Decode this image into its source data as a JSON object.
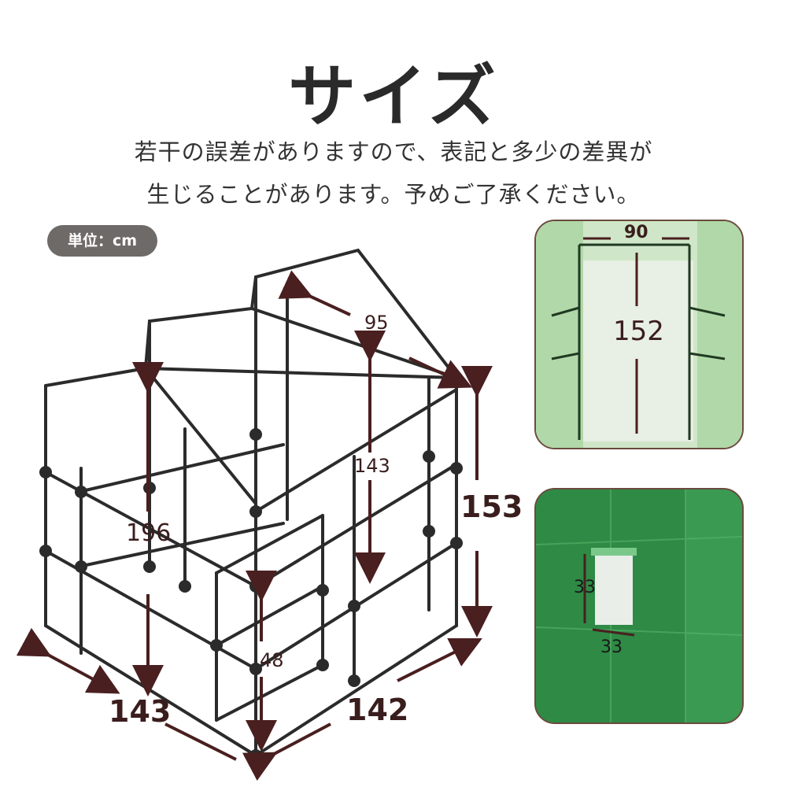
{
  "header": {
    "title": "サイズ",
    "note_line1": "若干の誤差がありますので、表記と多少の差異が",
    "note_line2": "生じることがあります。予めご了承ください。"
  },
  "unit_badge": "単位：cm",
  "dimensions": {
    "roof_slope": "95",
    "inner_height": "143",
    "side_height": "153",
    "total_height": "196",
    "shelf_height": "48",
    "width_left": "143",
    "width_right": "142"
  },
  "inset_door": {
    "door_width": "90",
    "door_height": "152"
  },
  "inset_window": {
    "window_height": "33",
    "window_width": "33"
  },
  "colors": {
    "dimension_color": "#4a1f1f",
    "frame_color": "#2b2b2b",
    "cover_green": "#3aa04f",
    "badge_bg": "#6e6a67",
    "inset_border": "#6b4a3e"
  }
}
